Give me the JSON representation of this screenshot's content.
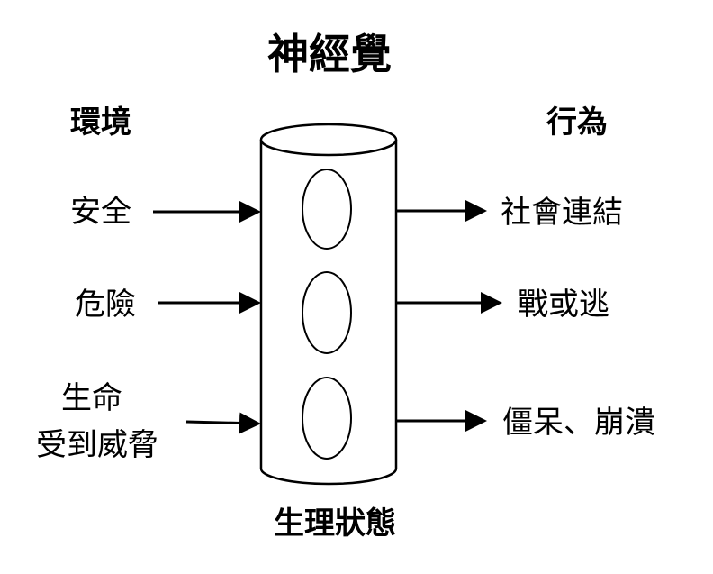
{
  "diagram": {
    "title": "神經覺",
    "left_header": "環境",
    "right_header": "行為",
    "bottom_label": "生理狀態",
    "inputs": [
      {
        "lines": [
          "安全"
        ]
      },
      {
        "lines": [
          "危險"
        ]
      },
      {
        "lines": [
          "生命",
          "受到威脅"
        ]
      }
    ],
    "outputs": [
      {
        "text": "社會連結"
      },
      {
        "text": "戰或逃"
      },
      {
        "text": "僵呆、崩潰"
      }
    ],
    "colors": {
      "stroke": "#000000",
      "background": "#ffffff"
    }
  }
}
